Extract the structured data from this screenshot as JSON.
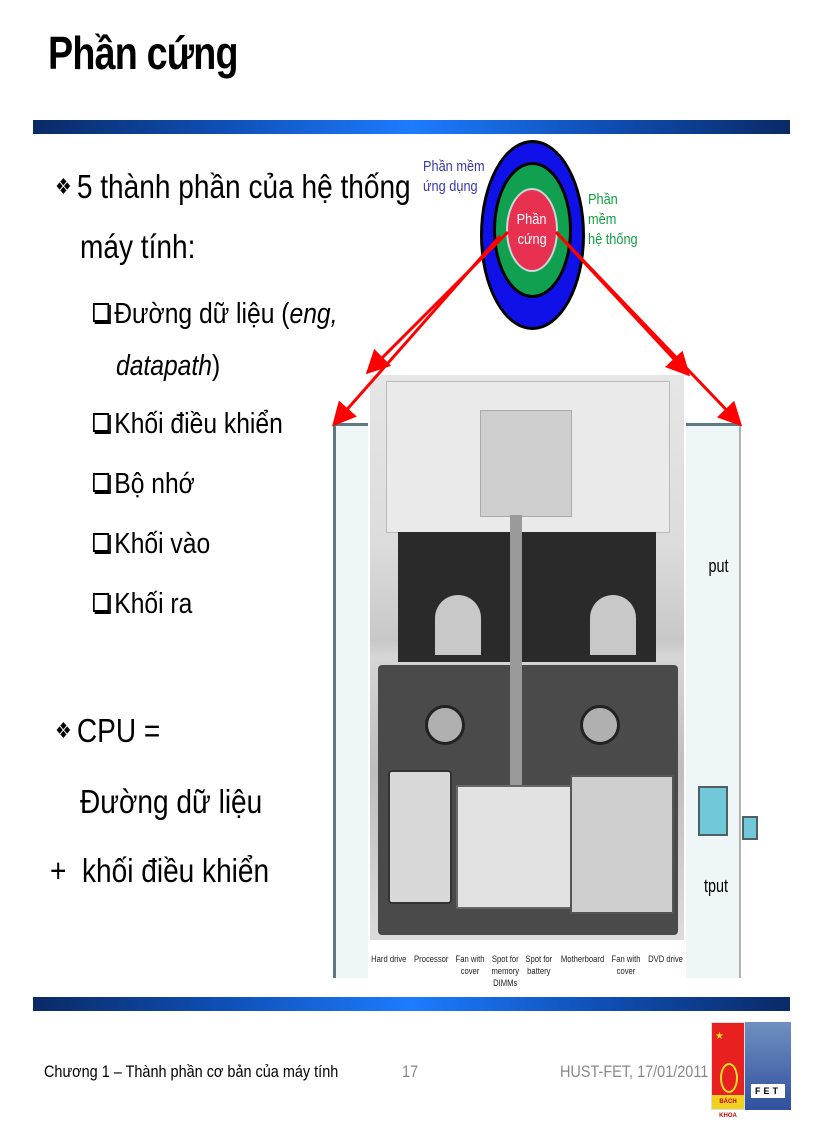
{
  "slide": {
    "title": "Phần cứng",
    "bullets": {
      "main1": "5 thành phần của hệ thống",
      "main1_cont": "máy tính:",
      "sub": [
        {
          "text": "Đường dữ liệu (",
          "italic": "eng,",
          "line2_italic": "datapath",
          "line2_tail": ")"
        },
        {
          "text": "Khối điều khiển"
        },
        {
          "text": "Bộ nhớ"
        },
        {
          "text": "Khối vào"
        },
        {
          "text": "Khối ra"
        }
      ],
      "main2": "CPU =",
      "main2_line2": "Đường dữ liệu",
      "main2_line3_prefix": "+",
      "main2_line3": "khối điều khiển"
    },
    "diagram": {
      "outer_label_line1": "Phần mềm",
      "outer_label_line2": "ứng dụng",
      "middle_label_line1": "Phần",
      "middle_label_line2": "mềm",
      "middle_label_line3": "hệ thống",
      "center_label_line1": "Phần",
      "center_label_line2": "cứng",
      "colors": {
        "outer": "#1010e8",
        "middle": "#10a050",
        "center": "#e83050",
        "arrows": "#ff0000"
      }
    },
    "photo": {
      "captions": [
        {
          "line1": "Hard drive",
          "line2": "",
          "line3": ""
        },
        {
          "line1": "Processor",
          "line2": "",
          "line3": ""
        },
        {
          "line1": "Fan with",
          "line2": "cover",
          "line3": ""
        },
        {
          "line1": "Spot for",
          "line2": "memory",
          "line3": "DIMMs"
        },
        {
          "line1": "Spot for",
          "line2": "battery",
          "line3": ""
        },
        {
          "line1": "Motherboard",
          "line2": "",
          "line3": ""
        },
        {
          "line1": "Fan with",
          "line2": "cover",
          "line3": ""
        },
        {
          "line1": "DVD drive",
          "line2": "",
          "line3": ""
        }
      ]
    },
    "background_figure": {
      "label_top": "put",
      "label_bottom": "tput"
    }
  },
  "footer": {
    "left": "Chương 1 – Thành phần cơ bản của máy tính",
    "page": "17",
    "right": "HUST-FET, 17/01/2011",
    "logo_left_text": "BÁCH KHOA",
    "logo_right_text": "FET"
  }
}
